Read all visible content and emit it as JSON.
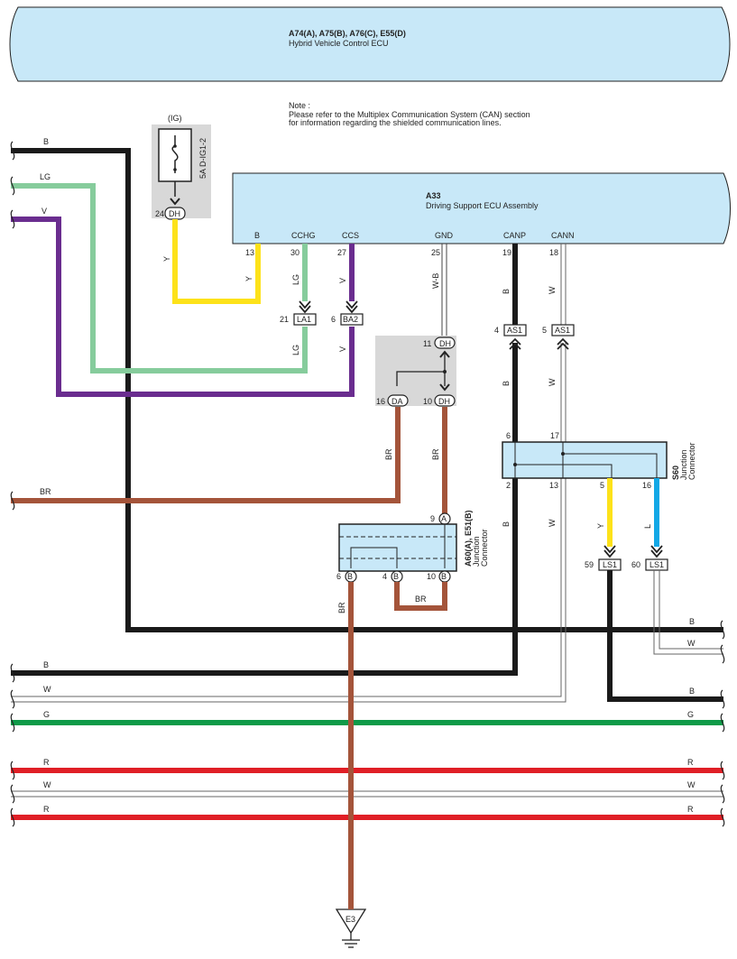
{
  "hv_ecu": {
    "code": "A74(A), A75(B), A76(C), E55(D)",
    "name": "Hybrid Vehicle Control ECU"
  },
  "note": {
    "title": "Note :",
    "line1": "Please refer to the Multiplex Communication System (CAN) section",
    "line2": "for information regarding the shielded communication lines."
  },
  "fuse": {
    "group": "(IG)",
    "label": "5A D-IG1-2",
    "conn_pin": "24",
    "conn_code": "DH"
  },
  "ecu": {
    "code": "A33",
    "name": "Driving Support ECU Assembly",
    "terminals": [
      {
        "name": "B",
        "pin": "13"
      },
      {
        "name": "CCHG",
        "pin": "30"
      },
      {
        "name": "CCS",
        "pin": "27"
      },
      {
        "name": "GND",
        "pin": "25"
      },
      {
        "name": "CANP",
        "pin": "19"
      },
      {
        "name": "CANN",
        "pin": "18"
      }
    ]
  },
  "connectors": {
    "la1": {
      "pin": "21",
      "code": "LA1"
    },
    "ba2": {
      "pin": "6",
      "code": "BA2"
    },
    "dh11": {
      "pin": "11",
      "code": "DH"
    },
    "da16": {
      "pin": "16",
      "code": "DA"
    },
    "dh10": {
      "pin": "10",
      "code": "DH"
    },
    "as1_4": {
      "pin": "4",
      "code": "AS1"
    },
    "as1_5": {
      "pin": "5",
      "code": "AS1"
    },
    "ls1_59": {
      "pin": "59",
      "code": "LS1"
    },
    "ls1_60": {
      "pin": "60",
      "code": "LS1"
    },
    "a60_9": {
      "pin": "9",
      "code": "A"
    },
    "a60_6": {
      "pin": "6",
      "code": "B"
    },
    "a60_4": {
      "pin": "4",
      "code": "B"
    },
    "a60_10": {
      "pin": "10",
      "code": "B"
    }
  },
  "junction_s60": {
    "code": "S60",
    "line1": "Junction",
    "line2": "Connector",
    "pins": {
      "p6": "6",
      "p17": "17",
      "p2": "2",
      "p13": "13",
      "p5": "5",
      "p16": "16"
    }
  },
  "junction_a60": {
    "code": "A60(A), E51(B)",
    "line1": "Junction",
    "line2": "Connector"
  },
  "ground": {
    "code": "E3"
  },
  "wires": {
    "b": "B",
    "lg": "LG",
    "v": "V",
    "y": "Y",
    "wb": "W-B",
    "w": "W",
    "br": "BR",
    "l": "L",
    "g": "G",
    "r": "R"
  },
  "colors": {
    "ecu_fill": "#c8e8f8",
    "black": "#1a1a1a",
    "lg": "#86cc9c",
    "violet": "#6a2d8f",
    "yellow": "#fde21a",
    "brown": "#a4543a",
    "blue": "#13a8e6",
    "green": "#0e9a48",
    "red": "#e01f26",
    "gray_box": "#d8d8d8"
  }
}
